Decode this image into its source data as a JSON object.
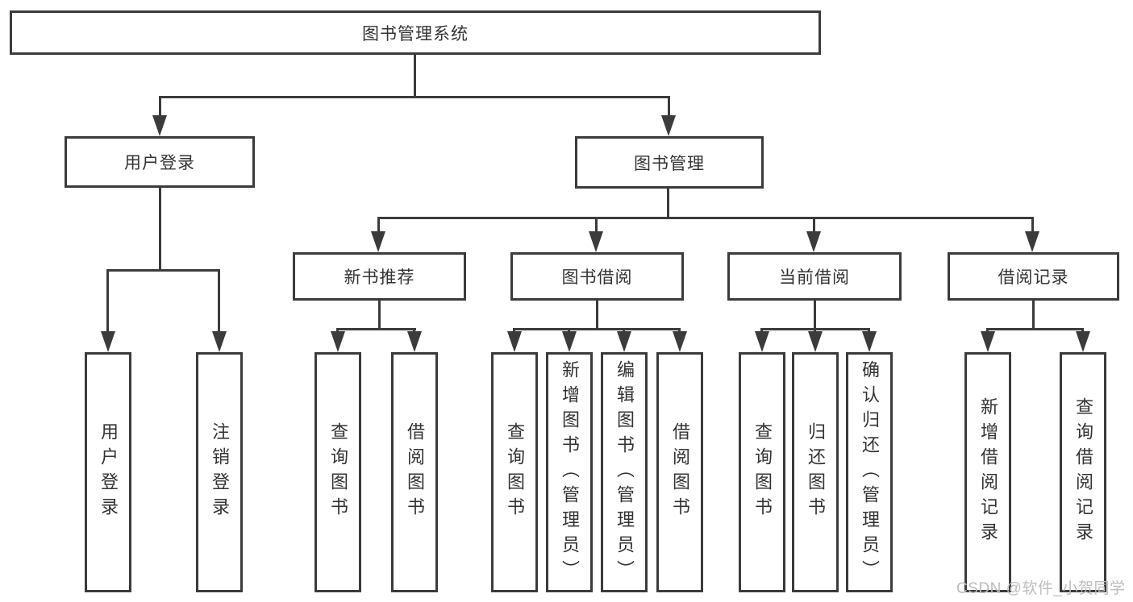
{
  "diagram": {
    "type": "tree",
    "root": {
      "label": "图书管理系统"
    },
    "level2": {
      "user_login": {
        "label": "用户登录",
        "parent": "图书管理系统"
      },
      "book_mgmt": {
        "label": "图书管理",
        "parent": "图书管理系统"
      }
    },
    "level3": {
      "new_book_rec": {
        "label": "新书推荐",
        "parent": "图书管理"
      },
      "book_borrow": {
        "label": "图书借阅",
        "parent": "图书管理"
      },
      "current_borrow": {
        "label": "当前借阅",
        "parent": "图书管理"
      },
      "borrow_records": {
        "label": "借阅记录",
        "parent": "图书管理"
      }
    },
    "leaves": {
      "user_login_leaf": {
        "label": "用户登录",
        "parent": "用户登录"
      },
      "logout": {
        "label": "注销登录",
        "parent": "用户登录"
      },
      "nbr_query": {
        "label": "查询图书",
        "parent": "新书推荐"
      },
      "nbr_borrow": {
        "label": "借阅图书",
        "parent": "新书推荐"
      },
      "bb_query": {
        "label": "查询图书",
        "parent": "图书借阅"
      },
      "bb_add": {
        "label": "新增图书（管理员）",
        "parent": "图书借阅"
      },
      "bb_edit": {
        "label": "编辑图书（管理员）",
        "parent": "图书借阅"
      },
      "bb_borrow": {
        "label": "借阅图书",
        "parent": "图书借阅"
      },
      "cb_query": {
        "label": "查询图书",
        "parent": "当前借阅"
      },
      "cb_return": {
        "label": "归还图书",
        "parent": "当前借阅"
      },
      "cb_confirm": {
        "label": "确认归还（管理员）",
        "parent": "当前借阅"
      },
      "br_add": {
        "label": "新增借阅记录",
        "parent": "借阅记录"
      },
      "br_query": {
        "label": "查询借阅记录",
        "parent": "借阅记录"
      }
    },
    "watermark": "CSDN @软件_小贺同学",
    "colors": {
      "line": "#3b3b3b",
      "box_border": "#3b3b3b",
      "box_fill": "#ffffff",
      "label_text": "#333333",
      "watermark_text": "#bdbdbd",
      "background": "#ffffff"
    }
  }
}
